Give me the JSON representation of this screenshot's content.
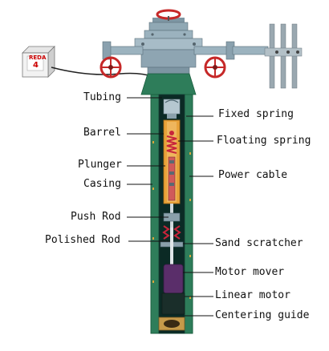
{
  "controller": {
    "line1": "REDA",
    "line2": "4"
  },
  "labels": {
    "tubing": "Tubing",
    "barrel": "Barrel",
    "plunger": "Plunger",
    "casing": "Casing",
    "push_rod": "Push Rod",
    "polished_rod": "Polished Rod",
    "fixed_spring": "Fixed spring",
    "floating_spring": "Floating spring",
    "power_cable": "Power cable",
    "sand_scratcher": "Sand scratcher",
    "motor_mover": "Motor mover",
    "linear_motor": "Linear motor",
    "centering_guide": "Centering guide"
  },
  "colors": {
    "casing_green": "#2e7d5a",
    "casing_dark": "#1b5e3f",
    "inner_bg": "#0b2a25",
    "barrel_orange": "#e8a23a",
    "spring_red": "#c8253b",
    "motor_purple": "#5a2e6a",
    "valve_red": "#c62828",
    "wellhead_gray": "#8fa3ad"
  }
}
